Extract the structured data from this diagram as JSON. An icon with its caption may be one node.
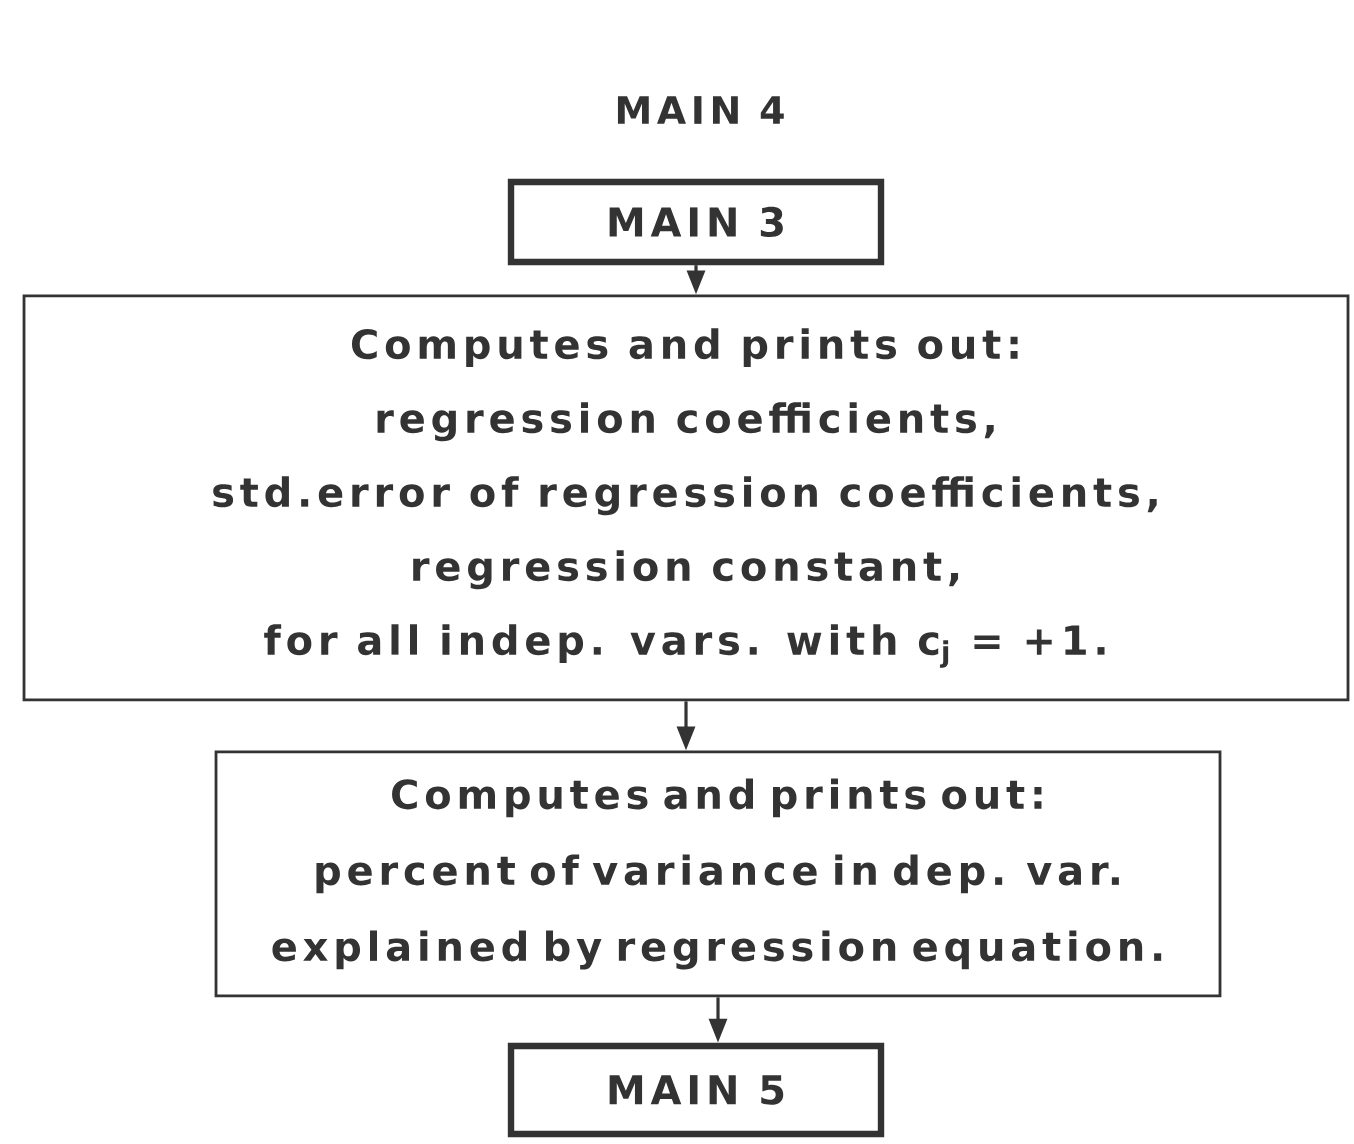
{
  "diagram": {
    "title": "MAIN 4",
    "nodes": [
      {
        "text": [
          "MAIN 3"
        ]
      },
      {
        "text": [
          "Computes and prints out:",
          "regression coefficients,",
          "std.error of regression coefficients,",
          "regression constant,",
          "for all indep. vars. with c$_{j}$ = +1."
        ]
      },
      {
        "text": [
          "Computes and prints out:",
          "percent of variance in dep. var. explained by regression equation."
        ]
      },
      {
        "text": [
          "MAIN 5"
        ]
      }
    ],
    "edges": [
      {
        "from": 0,
        "to": 1,
        "arrow": "to"
      },
      {
        "from": 1,
        "to": 2,
        "arrow": "to"
      },
      {
        "from": 2,
        "to": 3,
        "arrow": "to"
      }
    ]
  }
}
